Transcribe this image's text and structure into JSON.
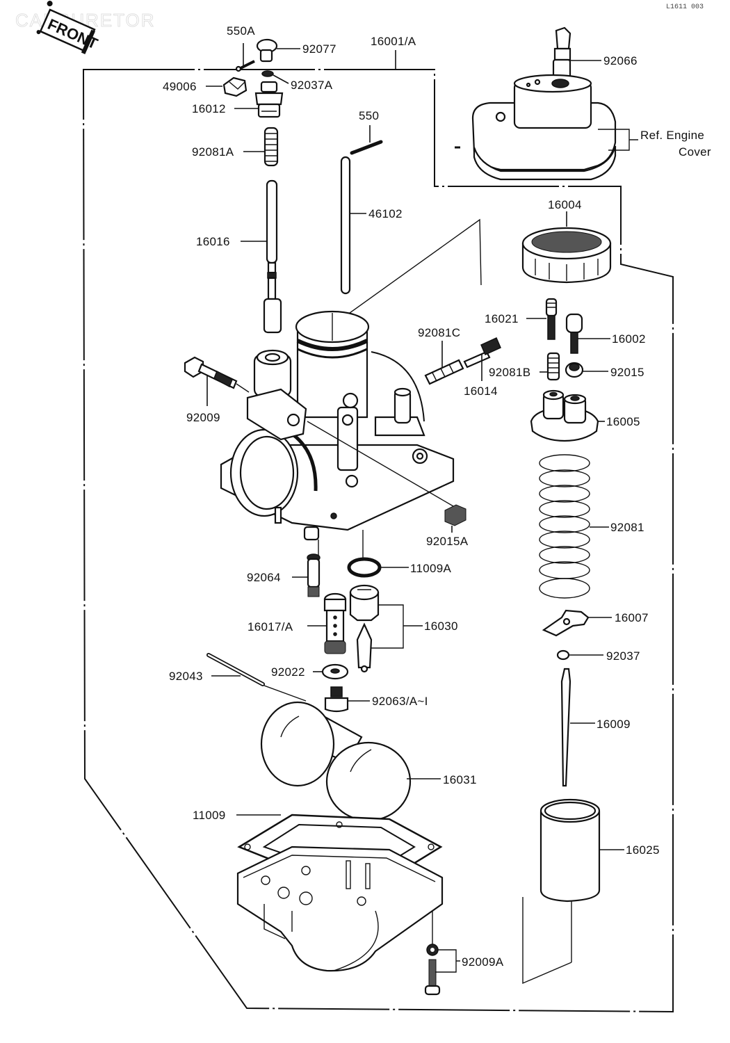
{
  "title_ghost": "CARBURETOR",
  "figure_code": "L1611 003",
  "front_badge": "FRONT",
  "reference_note": {
    "line1": "Ref. Engine",
    "line2": "Cover"
  },
  "parts": [
    {
      "id": "550A",
      "name": "pin"
    },
    {
      "id": "92077",
      "name": "screw"
    },
    {
      "id": "16001/A",
      "name": "carburetor assembly"
    },
    {
      "id": "49006",
      "name": "cap"
    },
    {
      "id": "92037A",
      "name": "clip"
    },
    {
      "id": "16012",
      "name": "top cap"
    },
    {
      "id": "92081A",
      "name": "spring"
    },
    {
      "id": "550",
      "name": "pin"
    },
    {
      "id": "16016",
      "name": "starter plunger"
    },
    {
      "id": "46102",
      "name": "cable"
    },
    {
      "id": "92066",
      "name": "plug"
    },
    {
      "id": "16004",
      "name": "cap ring"
    },
    {
      "id": "16021",
      "name": "screw"
    },
    {
      "id": "16002",
      "name": "screw"
    },
    {
      "id": "92081C",
      "name": "spring"
    },
    {
      "id": "92081B",
      "name": "spring"
    },
    {
      "id": "92015",
      "name": "nut"
    },
    {
      "id": "16014",
      "name": "screw"
    },
    {
      "id": "92009",
      "name": "bolt"
    },
    {
      "id": "16005",
      "name": "top"
    },
    {
      "id": "92081",
      "name": "throttle spring"
    },
    {
      "id": "92015A",
      "name": "nut"
    },
    {
      "id": "92064",
      "name": "jet"
    },
    {
      "id": "11009A",
      "name": "gasket"
    },
    {
      "id": "16017/A",
      "name": "needle jet"
    },
    {
      "id": "16030",
      "name": "float valve"
    },
    {
      "id": "16007",
      "name": "clip plate"
    },
    {
      "id": "92037",
      "name": "clip"
    },
    {
      "id": "92043",
      "name": "pin"
    },
    {
      "id": "92022",
      "name": "washer"
    },
    {
      "id": "92063/A~I",
      "name": "main jet"
    },
    {
      "id": "16009",
      "name": "jet needle"
    },
    {
      "id": "16031",
      "name": "float"
    },
    {
      "id": "11009",
      "name": "gasket"
    },
    {
      "id": "16025",
      "name": "throttle valve"
    },
    {
      "id": "92009A",
      "name": "screw"
    }
  ],
  "labels": {
    "p550A": "550A",
    "p92077": "92077",
    "p16001A": "16001/A",
    "p49006": "49006",
    "p92037A": "92037A",
    "p16012": "16012",
    "p92081A": "92081A",
    "p550": "550",
    "p16016": "16016",
    "p46102": "46102",
    "p92066": "92066",
    "p16004": "16004",
    "p16021": "16021",
    "p16002": "16002",
    "p92081C": "92081C",
    "p92081B": "92081B",
    "p92015": "92015",
    "p16014": "16014",
    "p92009": "92009",
    "p16005": "16005",
    "p92081": "92081",
    "p92015A": "92015A",
    "p92064": "92064",
    "p11009A": "11009A",
    "p16017A": "16017/A",
    "p16030": "16030",
    "p16007": "16007",
    "p92037": "92037",
    "p92043": "92043",
    "p92022": "92022",
    "p92063": "92063/A~I",
    "p16009": "16009",
    "p16031": "16031",
    "p11009": "11009",
    "p16025": "16025",
    "p92009A": "92009A"
  }
}
